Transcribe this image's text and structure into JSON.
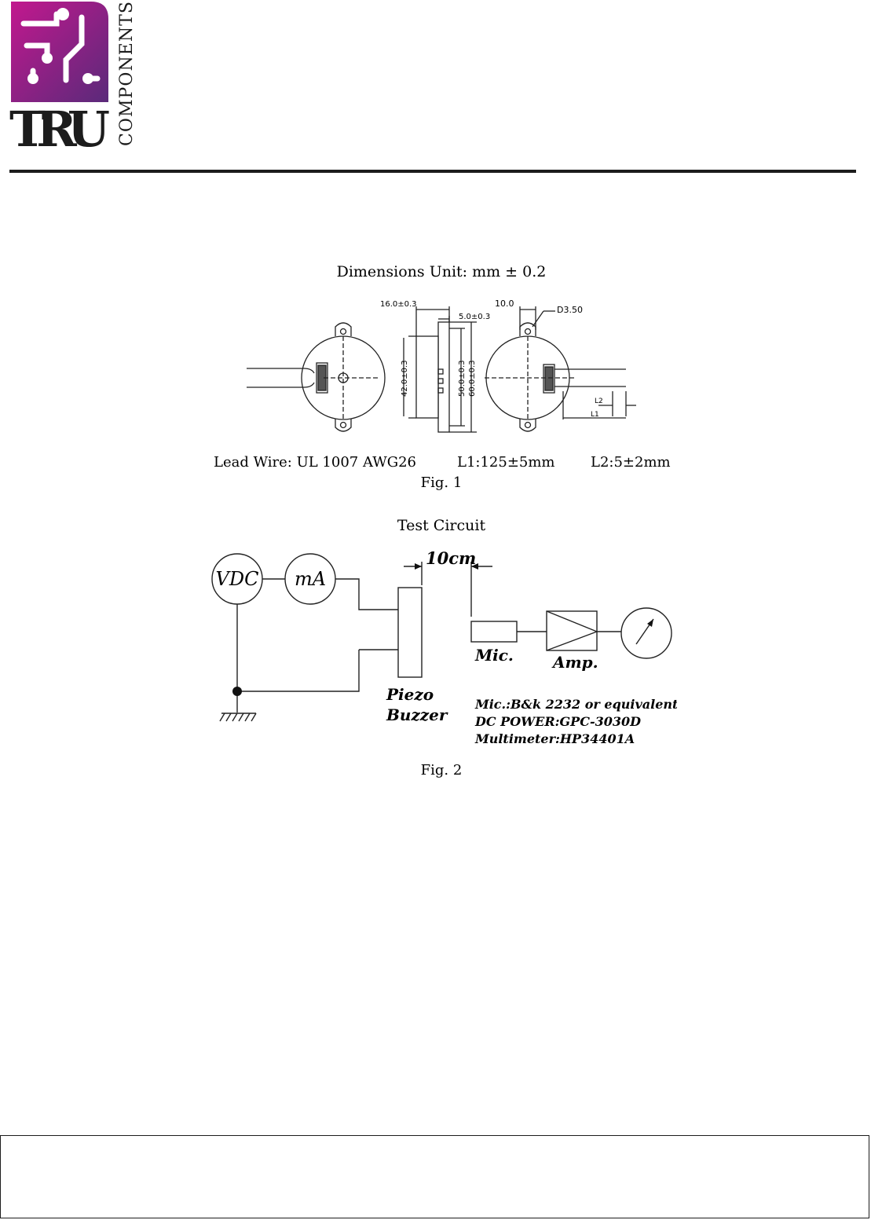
{
  "brand": {
    "mark": "TRU",
    "subtitle": "COMPONENTS",
    "gradient_start": "#c2188e",
    "gradient_end": "#5a2a7a",
    "text_color": "#1c1c1c"
  },
  "fig1": {
    "title": "Dimensions Unit: mm ± 0.2",
    "dims": {
      "d16": "16.0±0.3",
      "d5": "5.0±0.3",
      "d10": "10.0",
      "hole": "D3.50",
      "d42": "42.0±0.3",
      "d50": "50.0±0.3",
      "d60": "60.0±0.3",
      "l2": "L2",
      "l1": "L1"
    },
    "lead_wire": "Lead Wire: UL 1007 AWG26",
    "l1_spec": "L1:125±5mm",
    "l2_spec": "L2:5±2mm",
    "caption": "Fig. 1"
  },
  "fig2": {
    "title": "Test Circuit",
    "vdc": "VDC",
    "ma": "mA",
    "distance": "10cm",
    "mic": "Mic.",
    "amp": "Amp.",
    "piezo": "Piezo",
    "buzzer": "Buzzer",
    "equip": [
      "Mic.:B&k 2232 or equivalent",
      "DC POWER:GPC-3030D",
      "Multimeter:HP34401A"
    ],
    "caption": "Fig. 2"
  }
}
